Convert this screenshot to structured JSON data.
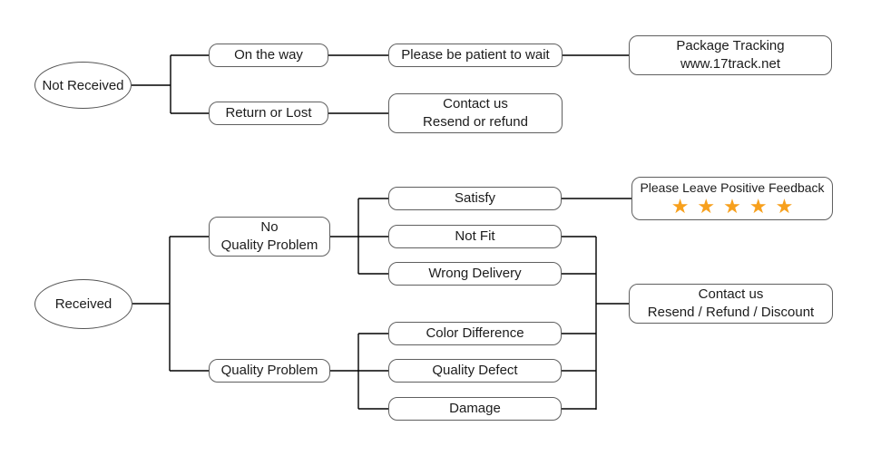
{
  "diagram": {
    "background_color": "#ffffff",
    "line_color": "#000000",
    "box_border_color": "#5f5f5f",
    "nodes": {
      "not_received": {
        "label": "Not Received"
      },
      "on_the_way": {
        "label": "On the way"
      },
      "please_wait": {
        "label": "Please be patient to wait"
      },
      "package_tracking": {
        "line1": "Package Tracking",
        "line2": "www.17track.net"
      },
      "return_or_lost": {
        "label": "Return or Lost"
      },
      "contact_resend_refund": {
        "line1": "Contact us",
        "line2": "Resend or refund"
      },
      "received": {
        "label": "Received"
      },
      "no_quality_problem": {
        "line1": "No",
        "line2": "Quality Problem"
      },
      "quality_problem": {
        "label": "Quality Problem"
      },
      "satisfy": {
        "label": "Satisfy"
      },
      "not_fit": {
        "label": "Not Fit"
      },
      "wrong_delivery": {
        "label": "Wrong Delivery"
      },
      "color_difference": {
        "label": "Color Difference"
      },
      "quality_defect": {
        "label": "Quality Defect"
      },
      "damage": {
        "label": "Damage"
      },
      "positive_feedback": {
        "label": "Please Leave Positive Feedback",
        "stars": "★★★★★",
        "star_color": "#F7A01D",
        "star_count": 5
      },
      "contact_discount": {
        "line1": "Contact us",
        "line2": "Resend / Refund / Discount"
      }
    },
    "edges": [
      {
        "from": "not_received",
        "to": "on_the_way"
      },
      {
        "from": "not_received",
        "to": "return_or_lost"
      },
      {
        "from": "on_the_way",
        "to": "please_wait"
      },
      {
        "from": "please_wait",
        "to": "package_tracking"
      },
      {
        "from": "return_or_lost",
        "to": "contact_resend_refund"
      },
      {
        "from": "received",
        "to": "no_quality_problem"
      },
      {
        "from": "received",
        "to": "quality_problem"
      },
      {
        "from": "no_quality_problem",
        "to": "satisfy"
      },
      {
        "from": "no_quality_problem",
        "to": "not_fit"
      },
      {
        "from": "no_quality_problem",
        "to": "wrong_delivery"
      },
      {
        "from": "satisfy",
        "to": "positive_feedback"
      },
      {
        "from": "not_fit",
        "to": "contact_discount"
      },
      {
        "from": "wrong_delivery",
        "to": "contact_discount"
      },
      {
        "from": "quality_problem",
        "to": "color_difference"
      },
      {
        "from": "quality_problem",
        "to": "quality_defect"
      },
      {
        "from": "quality_problem",
        "to": "damage"
      },
      {
        "from": "color_difference",
        "to": "contact_discount"
      },
      {
        "from": "quality_defect",
        "to": "contact_discount"
      },
      {
        "from": "damage",
        "to": "contact_discount"
      }
    ]
  }
}
